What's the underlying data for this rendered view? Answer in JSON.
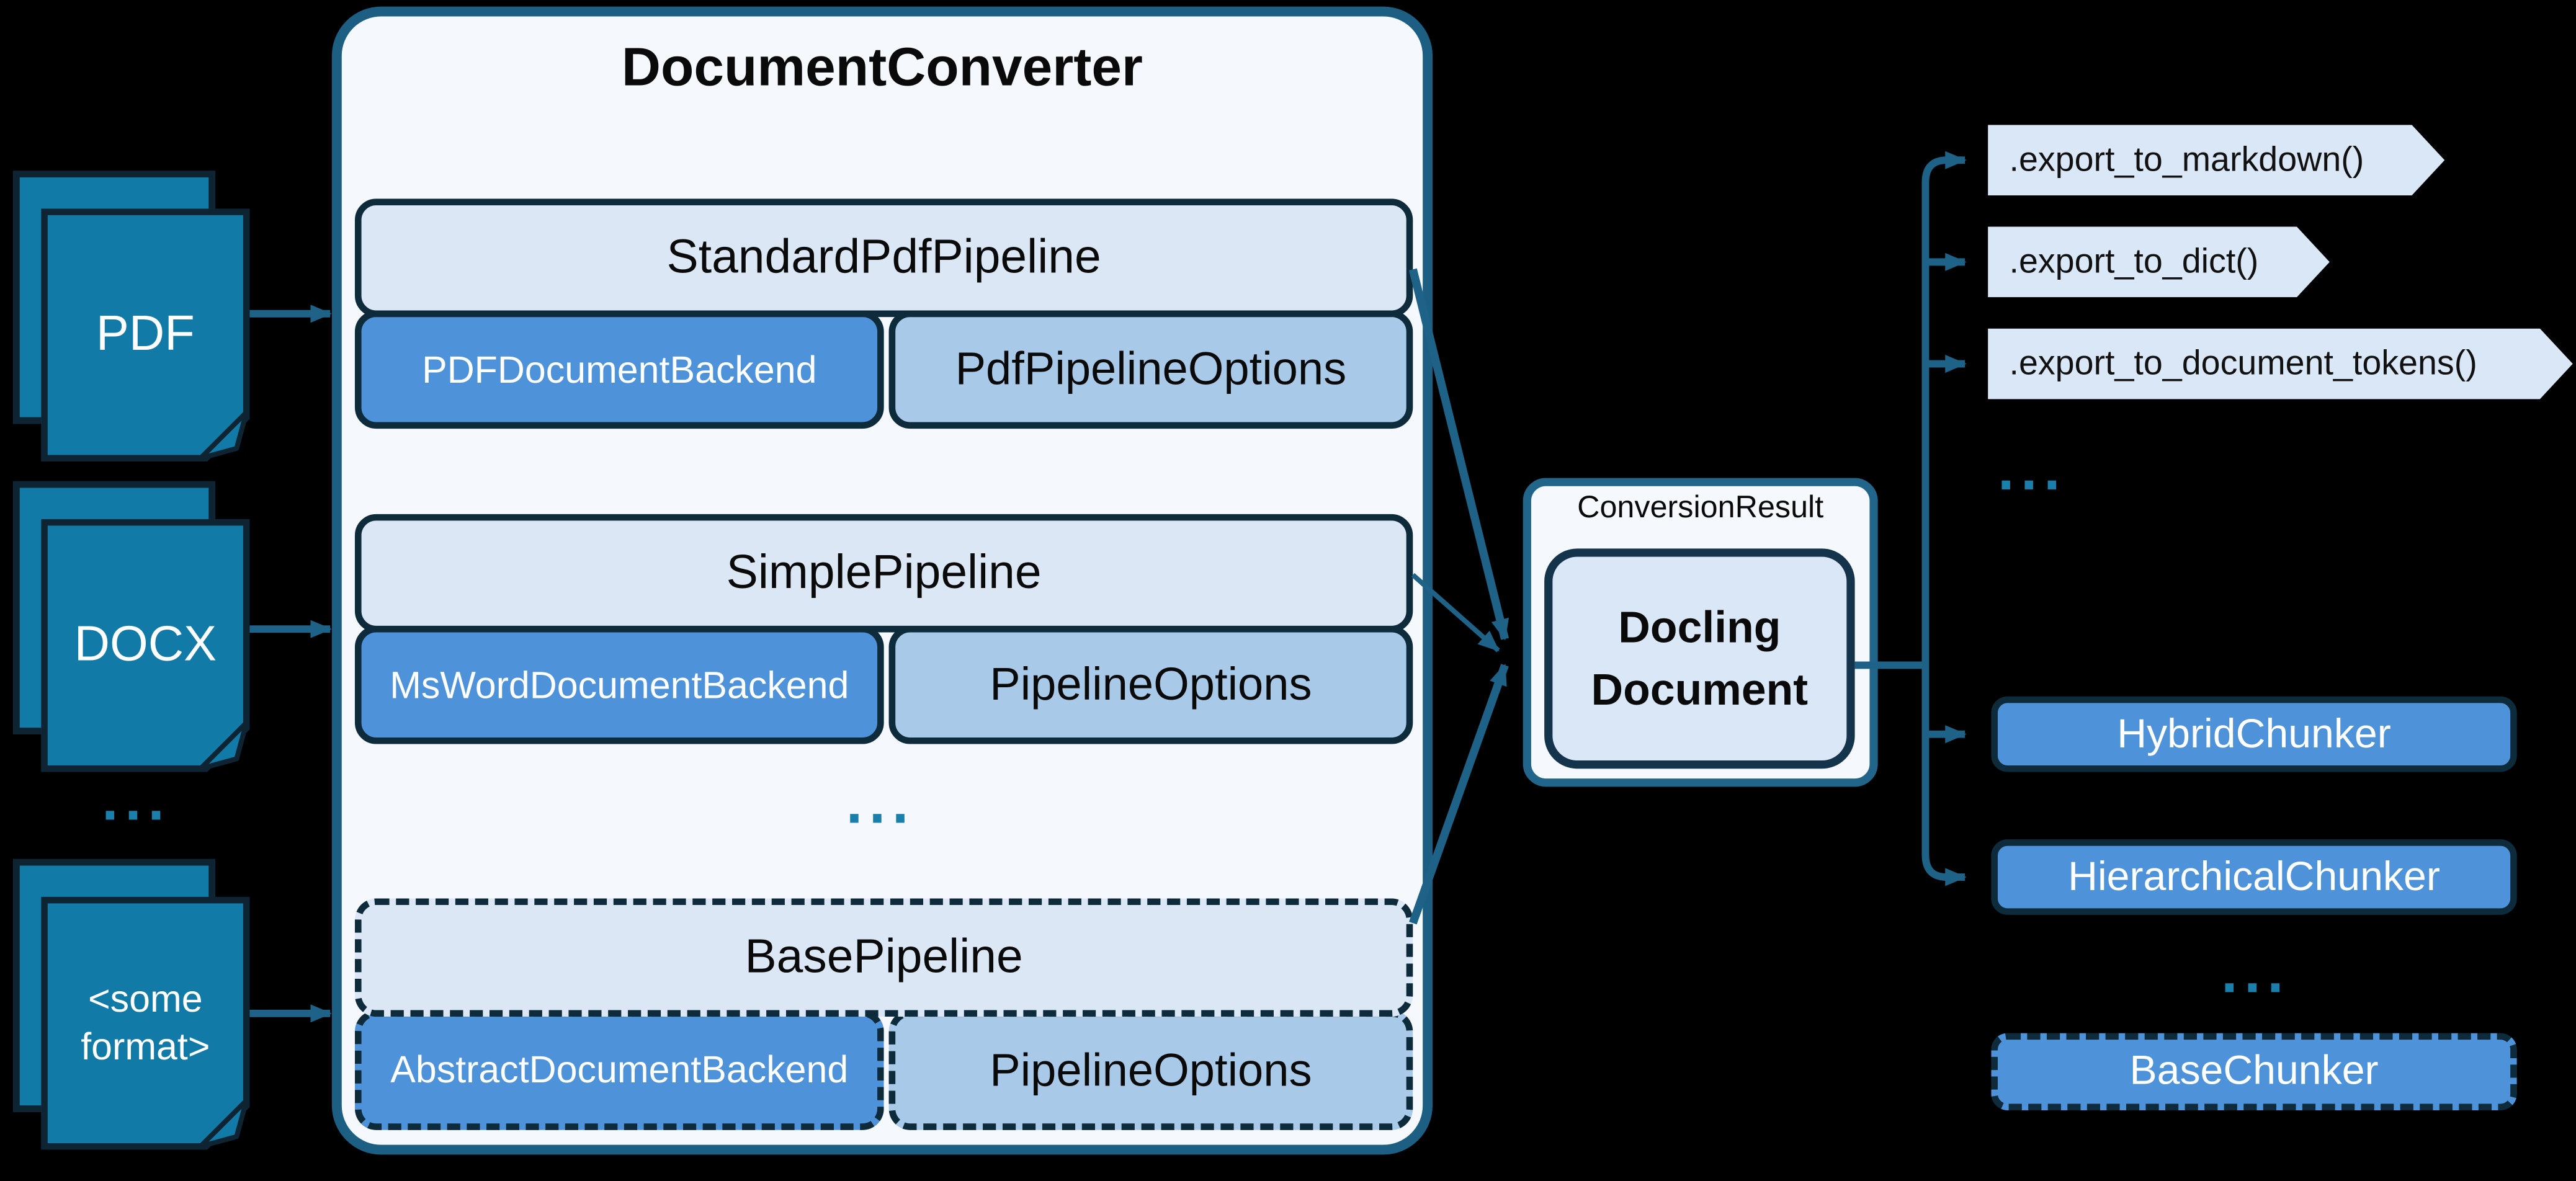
{
  "converter": {
    "title": "DocumentConverter",
    "pipelines": [
      {
        "name": "StandardPdfPipeline",
        "backend": "PDFDocumentBackend",
        "options": "PdfPipelineOptions",
        "border": "solid"
      },
      {
        "name": "SimplePipeline",
        "backend": "MsWordDocumentBackend",
        "options": "PipelineOptions",
        "border": "solid"
      },
      {
        "name": "BasePipeline",
        "backend": "AbstractDocumentBackend",
        "options": "PipelineOptions",
        "border": "dashed"
      }
    ]
  },
  "inputs": [
    {
      "label_lines": [
        "PDF"
      ]
    },
    {
      "label_lines": [
        "DOCX"
      ]
    },
    {
      "label_lines": [
        "<some",
        "format>"
      ]
    }
  ],
  "ellipsis": "...",
  "result": {
    "label": "ConversionResult",
    "document_lines": [
      "Docling",
      "Document"
    ]
  },
  "exports": [
    ".export_to_markdown()",
    ".export_to_dict()",
    ".export_to_document_tokens()"
  ],
  "chunkers": [
    {
      "label": "HybridChunker",
      "border": "solid"
    },
    {
      "label": "HierarchicalChunker",
      "border": "solid"
    },
    {
      "label": "BaseChunker",
      "border": "dashed"
    }
  ],
  "colors": {
    "background": "#000000",
    "document_teal": "#117AA6",
    "dark_navy_border": "#0E2B3C",
    "container_border_teal": "#1D5F82",
    "container_fill": "#F5F8FD",
    "pipeline_header_fill": "#DBE7F5",
    "backend_fill": "#4E93D9",
    "options_fill": "#A9C9E9",
    "docling_fill": "#D9E7F6",
    "chevron_fill": "#D9E7F6",
    "connector_teal": "#1E6387",
    "ellipsis_teal": "#1B7FAB"
  }
}
